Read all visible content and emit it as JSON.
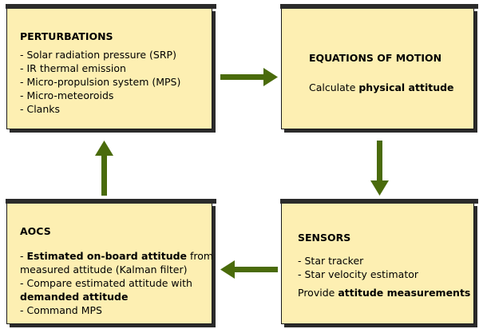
{
  "perturbations": {
    "title": "PERTURBATIONS",
    "items": [
      "- Solar radiation pressure (SRP)",
      "- IR thermal emission",
      "- Micro-propulsion system (MPS)",
      "- Micro-meteoroids",
      "- Clanks"
    ]
  },
  "eom": {
    "title": "EQUATIONS OF MOTION",
    "text_prefix": "Calculate ",
    "text_bold": "physical attitude"
  },
  "sensors": {
    "title": "SENSORS",
    "items": [
      "- Star tracker",
      "- Star velocity estimator"
    ],
    "text_prefix": "Provide ",
    "text_bold": "attitude measurements"
  },
  "aocs": {
    "title": "AOCS",
    "line1_prefix": "- ",
    "line1_bold": "Estimated on-board attitude",
    "line1_suffix": " from",
    "line2": "measured attitude (Kalman filter)",
    "line3": "- Compare estimated attitude with",
    "line4_bold": "demanded attitude",
    "line5": "- Command MPS"
  },
  "colors": {
    "box_fill": "#fdefb2",
    "arrow": "#4a6b0b"
  }
}
